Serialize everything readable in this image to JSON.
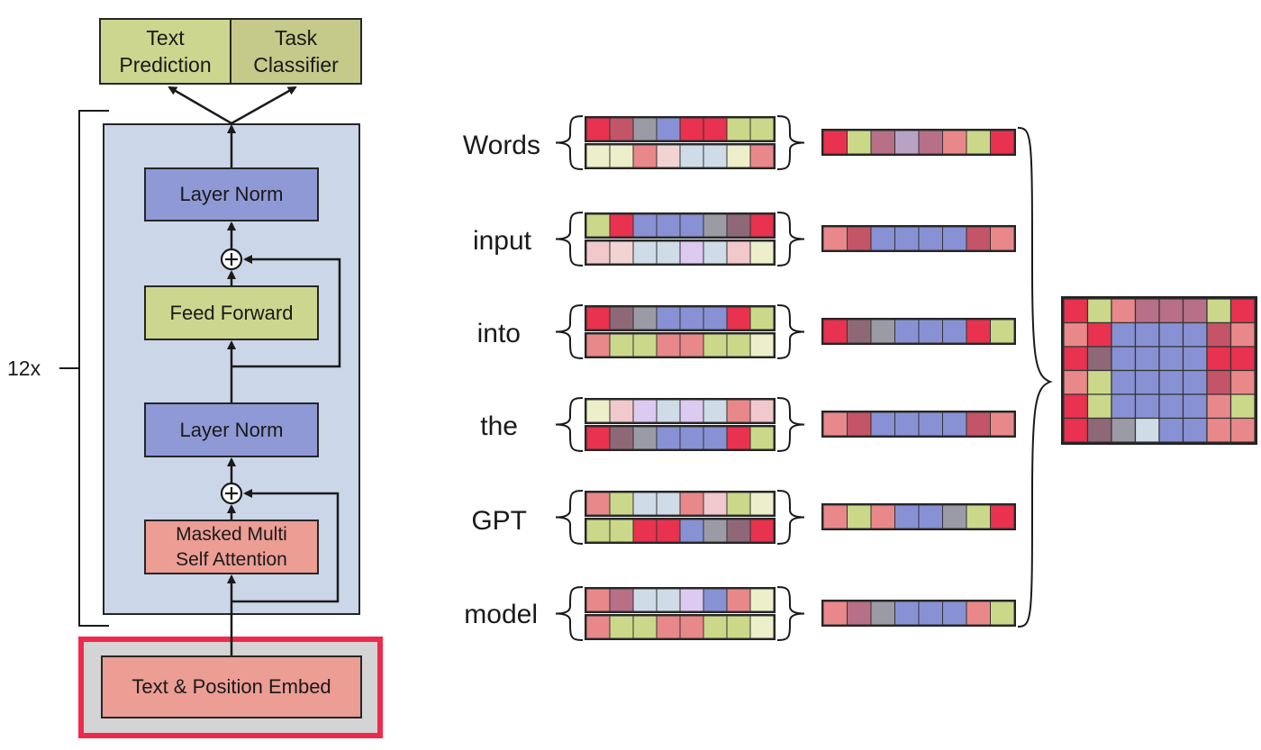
{
  "architecture": {
    "outputs": [
      "Text Prediction",
      "Task Classifier"
    ],
    "output_lines": [
      [
        "Text",
        "Prediction"
      ],
      [
        "Task",
        "Classifier"
      ]
    ],
    "repeat_label": "12x",
    "blocks": {
      "layer_norm_top": "Layer Norm",
      "feed_forward": "Feed Forward",
      "layer_norm_bottom": "Layer Norm",
      "attention_line1": "Masked Multi",
      "attention_line2": "Self Attention"
    },
    "embed_label": "Text & Position Embed",
    "highlight_color": "#ee2a4d",
    "panel_color": "#cbd6e8"
  },
  "tokens": {
    "words": [
      "Words",
      "input",
      "into",
      "the",
      "GPT",
      "model"
    ]
  },
  "colors": {
    "R": "#e8324f",
    "M": "#c45467",
    "P": "#e9888a",
    "D": "#8f6878",
    "G": "#9b9ba6",
    "B": "#8891d3",
    "Y": "#cbd88a",
    "L": "#cfdce8",
    "l": "#f1c8cc",
    "p": "#dccaf0",
    "y": "#ecefc9",
    "S": "#b9a3c4",
    "K": "#b86f88",
    "W": "#f2d3d3"
  },
  "embeddings": [
    {
      "token": [
        "RMGBRRYY"
      ],
      "position": [
        "yyPWLLyP"
      ],
      "combined": [
        "RYKSKPYR"
      ]
    },
    {
      "token": [
        "YRBBBGDR"
      ],
      "position": [
        "lWLLpLly"
      ],
      "combined": [
        "PMBBBBMP"
      ]
    },
    {
      "token": [
        "RDGBBBRY"
      ],
      "position": [
        "PYYPPYYy"
      ],
      "combined": [
        "RDGBBBRY"
      ]
    },
    {
      "token": [
        "ylpLpLPl"
      ],
      "position": [
        "RDGBBBRY"
      ],
      "combined": [
        "PMBBBBMP"
      ]
    },
    {
      "token": [
        "PYLLPlYy"
      ],
      "position": [
        "YYRRBGDR"
      ],
      "combined": [
        "PYPBBGYR"
      ]
    },
    {
      "token": [
        "PKLLpBPy"
      ],
      "position": [
        "PYYPPYYy"
      ],
      "combined": [
        "PKGBBBPY"
      ]
    }
  ],
  "matrix": [
    "RYPKKKYR",
    "PRBBBBMP",
    "RDBBBBRR",
    "PYBBBBMP",
    "RYBBBBPY",
    "RDGLBBPP"
  ]
}
